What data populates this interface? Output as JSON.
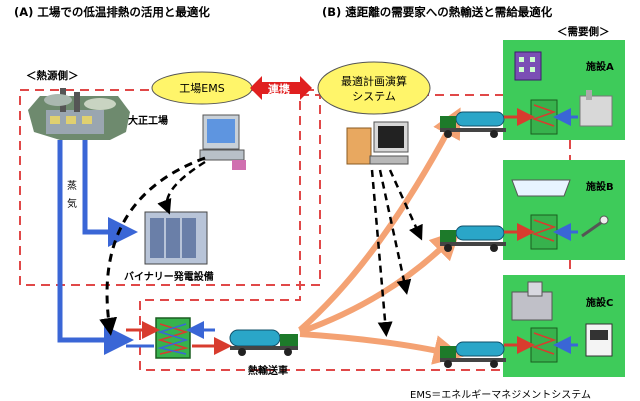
{
  "section_a": {
    "title": "(A) 工場での低温排熱の活用と最適化"
  },
  "section_b": {
    "title": "(B) 遠距離の需要家への熱輸送と需給最適化"
  },
  "heat_source_side": {
    "label": "＜熱源側＞"
  },
  "demand_side": {
    "label": "＜需要側＞"
  },
  "factory": {
    "name": "大正工場"
  },
  "steam": {
    "label_chars": [
      "蒸",
      "気"
    ]
  },
  "factory_ems": {
    "label": "工場EMS"
  },
  "link_badge": {
    "label": "連携"
  },
  "optimizer": {
    "line1": "最適計画演算",
    "line2": "システム"
  },
  "binary_power": {
    "label": "バイナリー発電設備"
  },
  "transport": {
    "label": "熱輸送車"
  },
  "facilities": [
    {
      "label": "施設A"
    },
    {
      "label": "施設B"
    },
    {
      "label": "施設C"
    }
  ],
  "footnote": {
    "text": "EMS＝エネルギーマネジメントシステム"
  },
  "colors": {
    "dash_frame": "#e04848",
    "facility_green": "#3ecb5a",
    "steam_blue": "#3a66d6",
    "hot_red": "#d83c2e",
    "orange_arrow": "#f4a273",
    "oval_yellow": "#fff56a",
    "badge_red": "#e02020",
    "truck_tank": "#2aa6c8",
    "truck_cab": "#1d7a2a",
    "exchanger_green": "#37b24d"
  },
  "icons": [
    "factory-icon",
    "computer-icon",
    "server-rack-icon",
    "heat-exchanger-icon",
    "tank-truck-icon",
    "building-icon",
    "bathtub-icon",
    "shower-icon",
    "hospital-icon",
    "dryer-icon",
    "double-arrow-icon"
  ]
}
